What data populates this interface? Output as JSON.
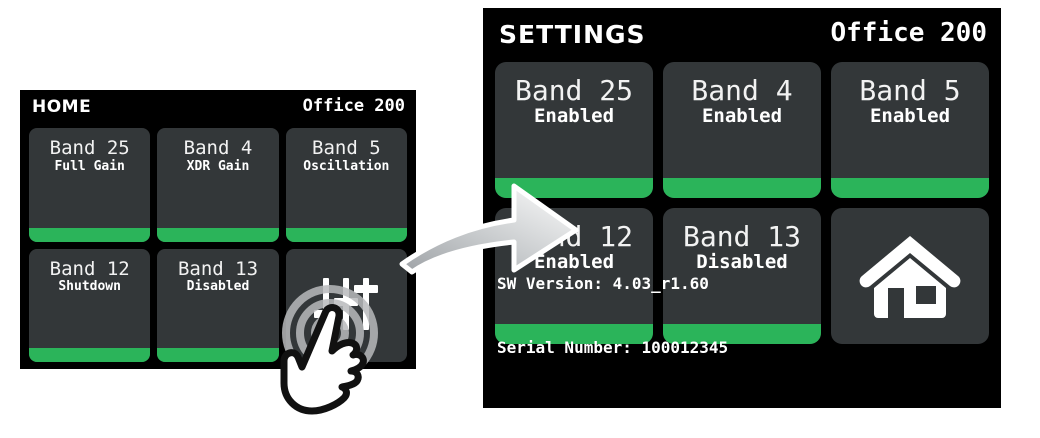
{
  "home_screen": {
    "header": {
      "title": "HOME",
      "room": "Office 200"
    },
    "tiles": [
      {
        "name": "Band 25",
        "state": "Full Gain",
        "status_color": "#2bb45a"
      },
      {
        "name": "Band 4",
        "state": "XDR Gain",
        "status_color": "#2bb45a"
      },
      {
        "name": "Band 5",
        "state": "Oscillation",
        "status_color": "#2bb45a"
      },
      {
        "name": "Band 12",
        "state": "Shutdown",
        "status_color": "#2bb45a"
      },
      {
        "name": "Band 13",
        "state": "Disabled",
        "status_color": "#2bb45a"
      },
      {
        "name": "",
        "state": "",
        "icon": "sliders-settings-icon"
      }
    ]
  },
  "settings_screen": {
    "header": {
      "title": "SETTINGS",
      "room": "Office 200"
    },
    "tiles": [
      {
        "name": "Band 25",
        "state": "Enabled",
        "status_color": "#2bb45a"
      },
      {
        "name": "Band 4",
        "state": "Enabled",
        "status_color": "#2bb45a"
      },
      {
        "name": "Band 5",
        "state": "Enabled",
        "status_color": "#2bb45a"
      },
      {
        "name": "Band 12",
        "state": "Enabled",
        "status_color": "#2bb45a"
      },
      {
        "name": "Band 13",
        "state": "Disabled",
        "status_color": "#2bb45a"
      },
      {
        "name": "",
        "state": "",
        "icon": "home-icon"
      }
    ],
    "footer": {
      "sw_version_label": "SW Version: 4.03_r1.60",
      "serial_number_label": "Serial Number: 100012345"
    }
  },
  "annotation": {
    "arrow": "curved-transition-arrow",
    "touch": "hand-tap-indicator"
  },
  "theme": {
    "screen_bg": "#000000",
    "tile_bg": "#333739",
    "status_green": "#2bb45a",
    "text_primary": "#ffffff"
  }
}
